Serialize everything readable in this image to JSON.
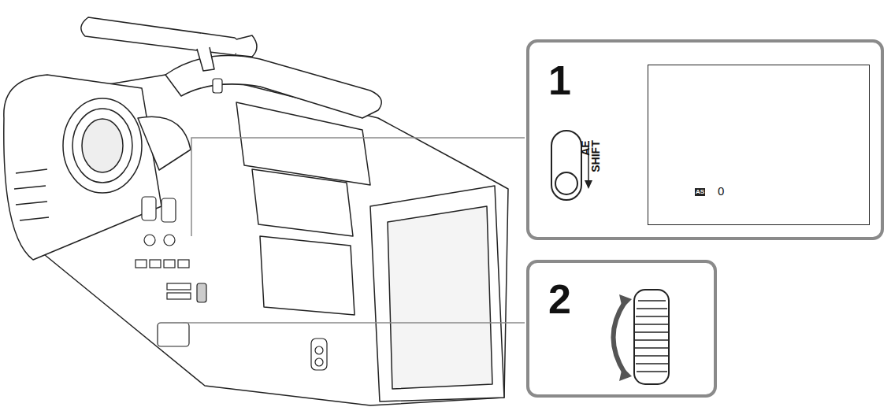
{
  "diagram": {
    "nodes": [
      {
        "text": [
          "1",
          "AE SHIFT"
        ]
      },
      {
        "text": [
          "AS",
          "0"
        ],
        "in": 0
      },
      {
        "text": [
          "2"
        ]
      }
    ]
  }
}
